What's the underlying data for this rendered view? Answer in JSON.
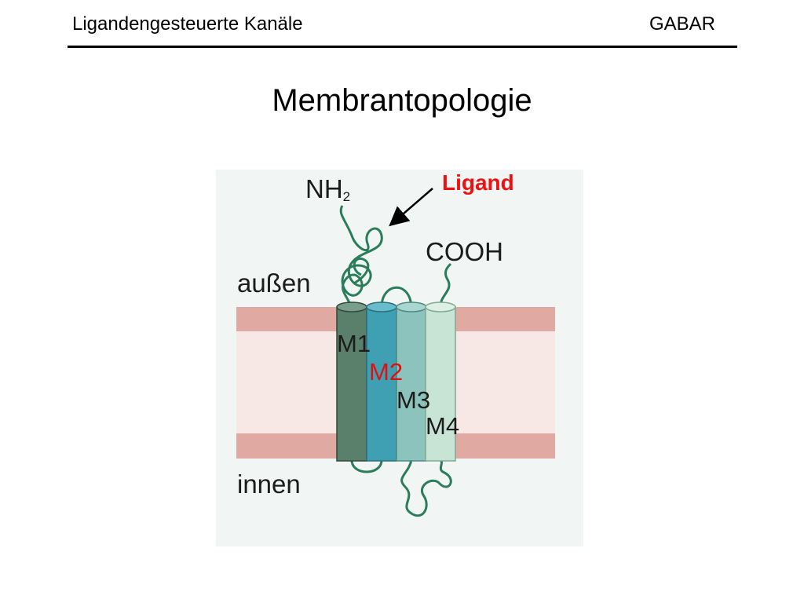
{
  "header": {
    "left_text": "Ligandengesteuerte Kanäle",
    "right_text": "GABAR"
  },
  "slide": {
    "title": "Membrantopologie"
  },
  "figure": {
    "ligand_label": "Ligand",
    "nh2_base": "NH",
    "nh2_subscript": "2",
    "cooh_label": "COOH",
    "outside_label": "außen",
    "inside_label": "innen",
    "segments": [
      {
        "label": "M1",
        "color": "#5a7f6a"
      },
      {
        "label": "M2",
        "color": "#3fa0b4"
      },
      {
        "label": "M3",
        "color": "#8cc3bc"
      },
      {
        "label": "M4",
        "color": "#c8e4d4"
      }
    ],
    "colors": {
      "membrane_band": "#e0a9a2",
      "membrane_core": "#f7e7e5",
      "panel_background": "#f1f5f3",
      "protein_chain": "#2a7d5a",
      "highlight": "#e01010"
    }
  }
}
